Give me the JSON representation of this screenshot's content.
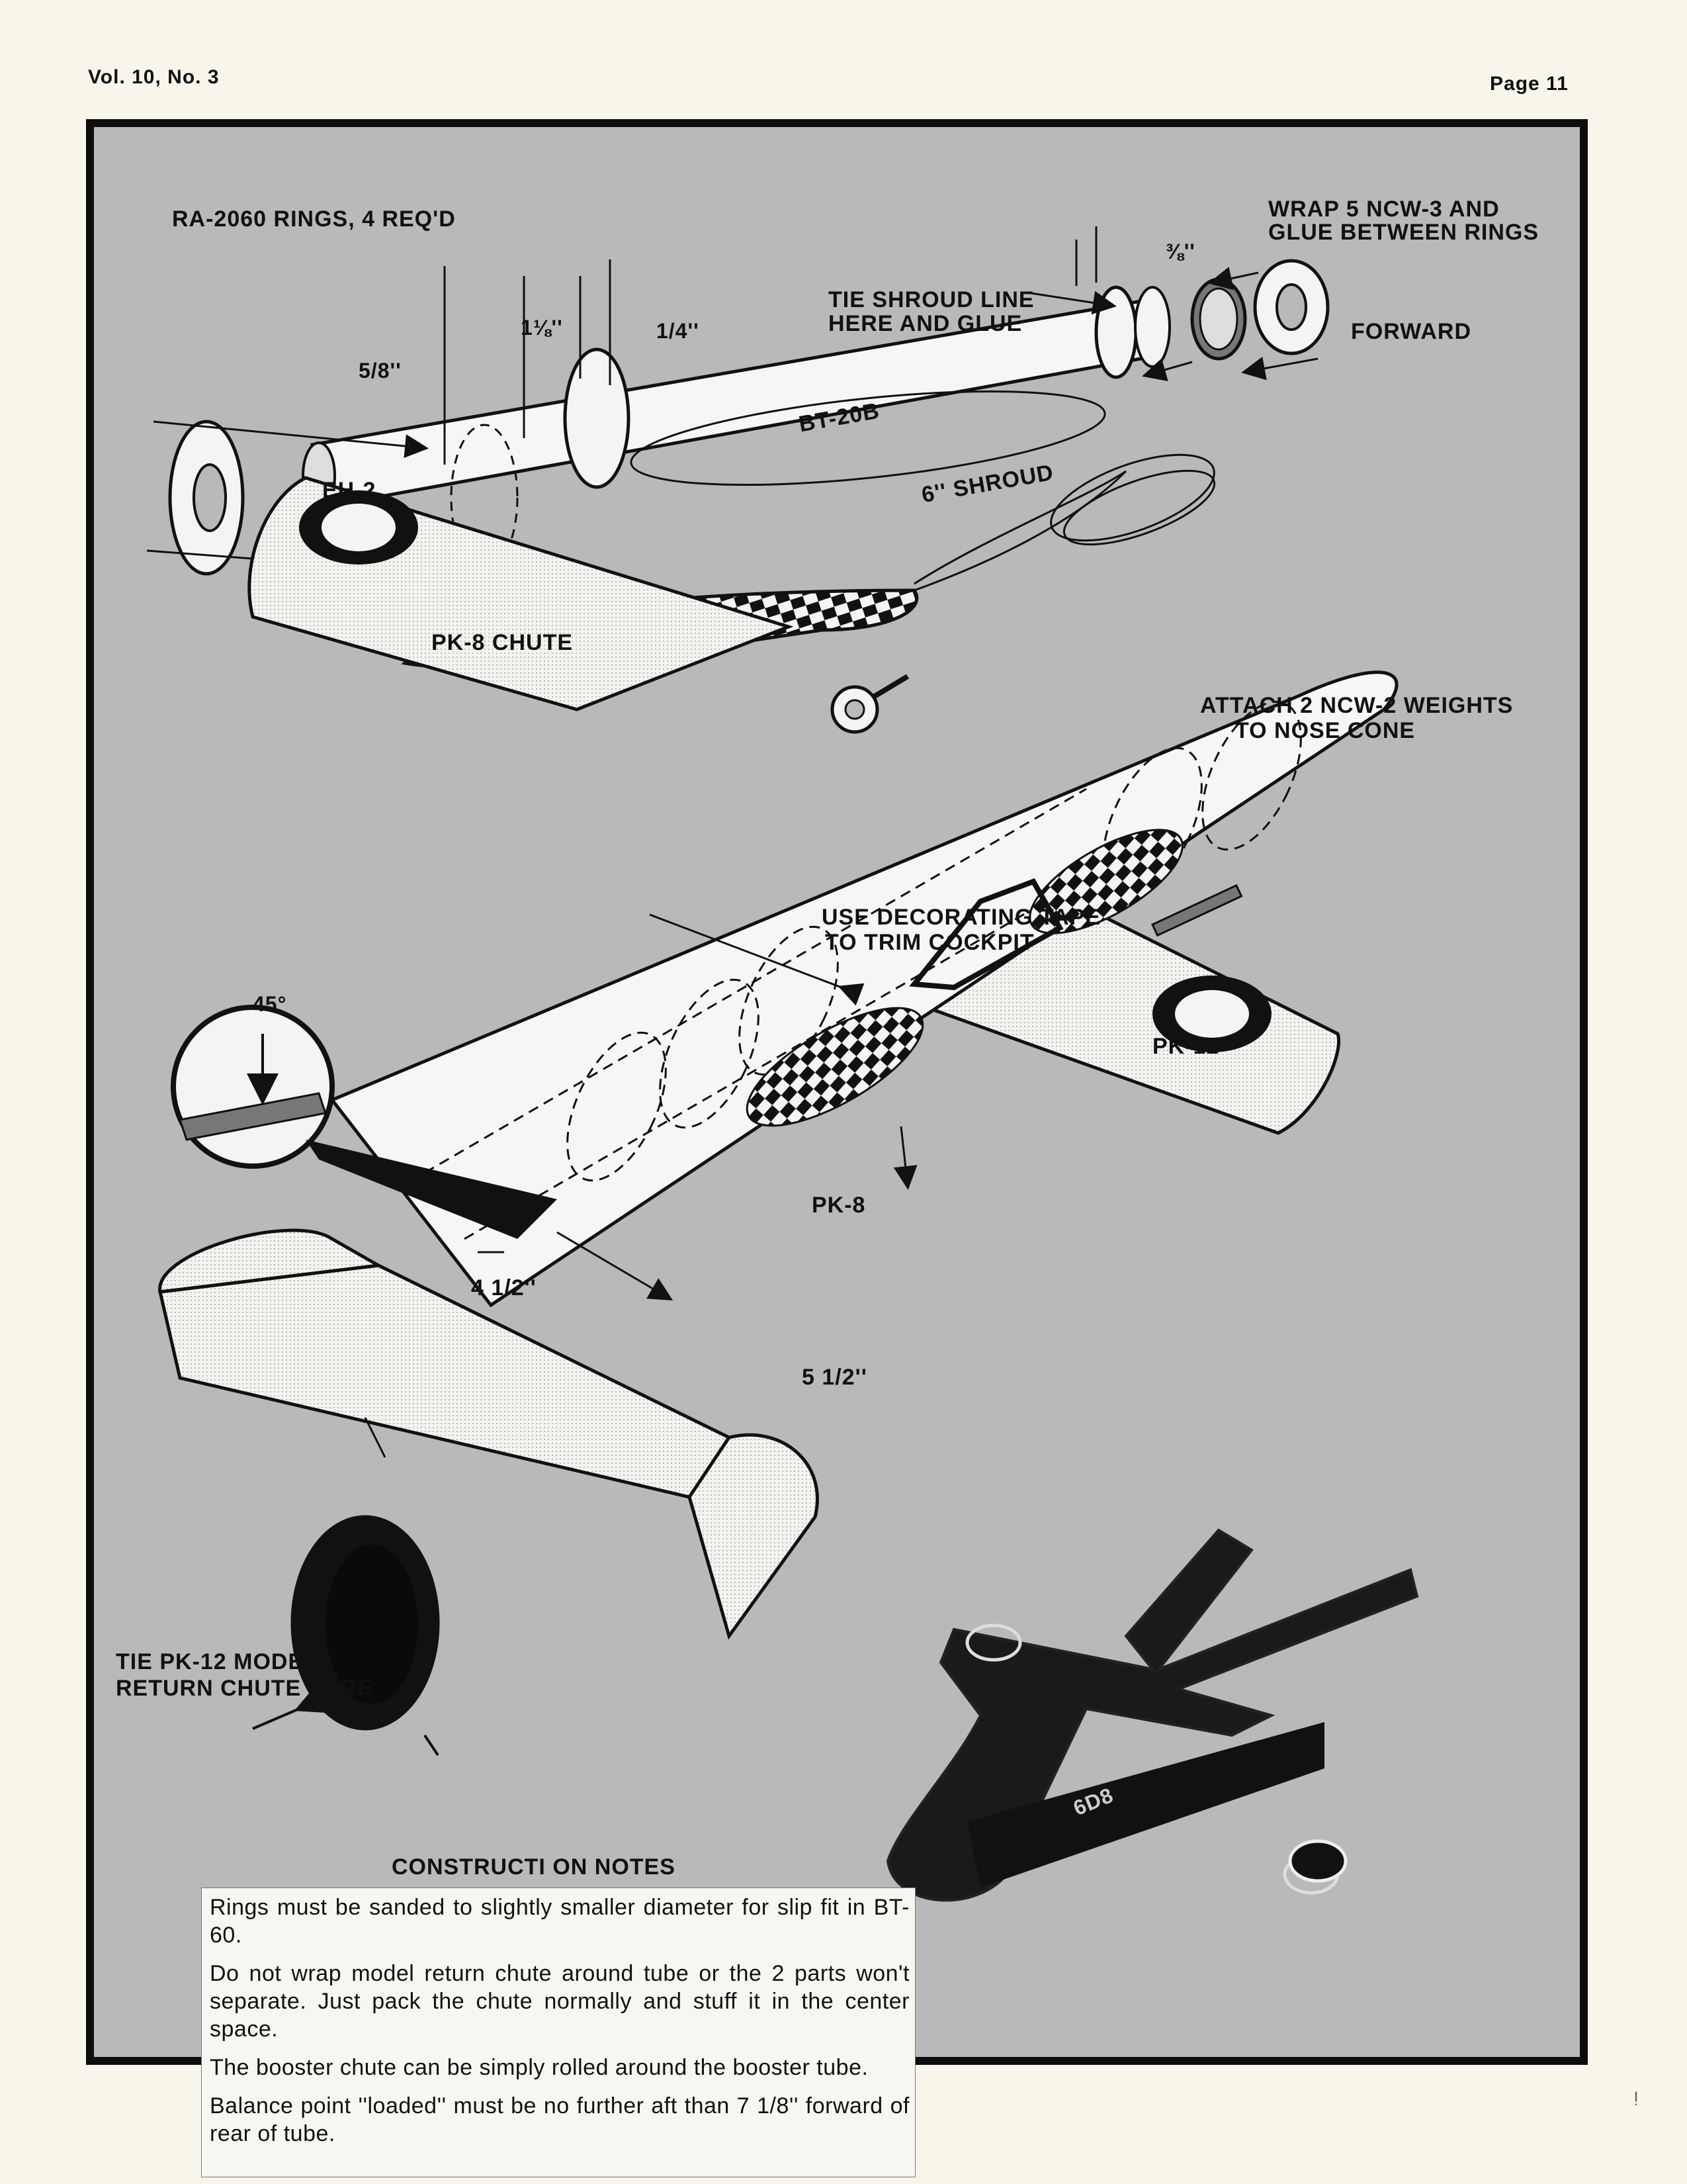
{
  "header": {
    "volume": "Vol. 10, No. 3",
    "page": "Page 11"
  },
  "labels": {
    "rings": "RA-2060 RINGS, 4 REQ'D",
    "wrap": "WRAP 5 NCW-3 AND",
    "wrap2": "GLUE BETWEEN RINGS",
    "tie1": "TIE SHROUD LINE",
    "tie2": "HERE AND GLUE",
    "forward": "FORWARD",
    "dim_58": "5/8''",
    "dim_118": "1⅛''",
    "dim_14": "1/4''",
    "dim_38": "⅜''",
    "eh2": "EH-2",
    "bt20b": "BT-20B",
    "shroud": "6'' SHROUD",
    "pk8_chute": "PK-8 CHUTE",
    "attach1": "ATTACH 2 NCW-2 WEIGHTS",
    "attach2": "TO NOSE CONE",
    "tape1": "USE DECORATING TAPE",
    "tape2": "TO TRIM COCKPIT",
    "angle": "45°",
    "pk12": "PK-12",
    "pk8": "PK-8",
    "dim_412": "4 1/2''",
    "dim_512": "5 1/2''",
    "tie_pk12_1": "TIE PK-12 MODEL",
    "tie_pk12_2": "RETURN CHUTE HERE",
    "photo_marking": "6D8"
  },
  "notes": {
    "title": "CONSTRUCTI ON NOTES",
    "items": [
      "Rings must be sanded to slightly smaller diameter for slip fit in BT-60.",
      "Do not wrap model return chute around tube or the 2 parts won't separate. Just pack the chute normally and stuff it in the center space.",
      "The booster chute can be simply rolled around the booster tube.",
      "Balance point ''loaded'' must be no further aft than 7 1/8'' forward of rear of tube."
    ]
  }
}
